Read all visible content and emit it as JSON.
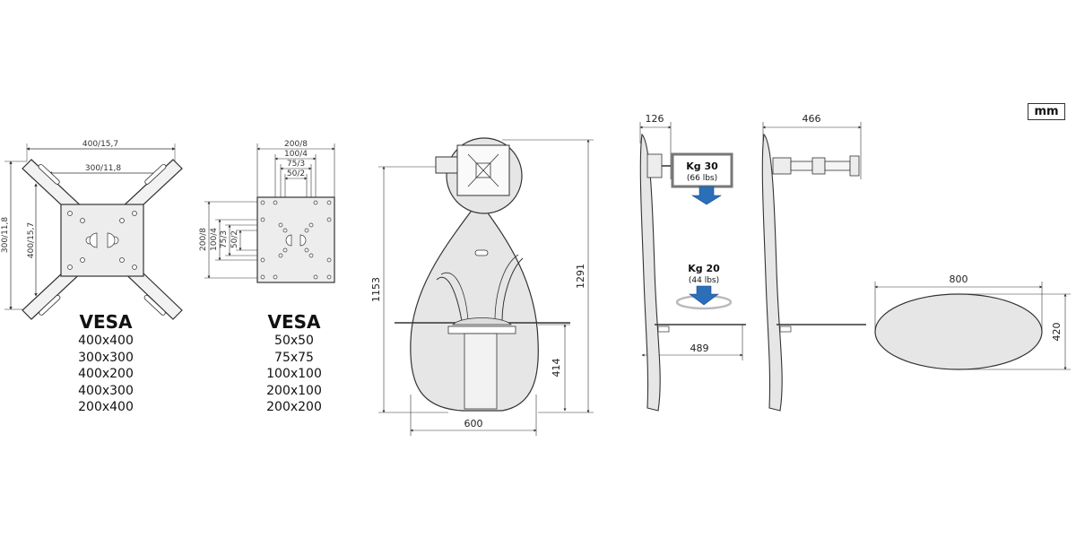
{
  "unit": "mm",
  "plate_large": {
    "dims": [
      "400/15,7",
      "300/11,8",
      "400/15,7",
      "300/11,8"
    ]
  },
  "plate_small": {
    "dims_top": [
      "200/8",
      "100/4",
      "75/3",
      "50/2"
    ],
    "dims_left": [
      "200/8",
      "100/4",
      "75/3",
      "50/2"
    ]
  },
  "vesa_large": {
    "title": "VESA",
    "sizes": [
      "400x400",
      "300x300",
      "400x200",
      "400x300",
      "200x400"
    ]
  },
  "vesa_small": {
    "title": "VESA",
    "sizes": [
      "50x50",
      "75x75",
      "100x100",
      "200x100",
      "200x200"
    ]
  },
  "front_view": {
    "height_total": "1291",
    "height_mid": "1153",
    "height_shelf": "414",
    "width": "600"
  },
  "side_view_1": {
    "depth": "126",
    "shelf_depth": "489"
  },
  "side_view_2": {
    "depth": "466"
  },
  "loads": [
    {
      "main": "Kg 30",
      "sub": "(66 lbs)"
    },
    {
      "main": "Kg 20",
      "sub": "(44 lbs)"
    }
  ],
  "shelf_top": {
    "width": "800",
    "depth": "420"
  },
  "colors": {
    "line": "#333333",
    "arrow_blue": "#2a6fb8",
    "fill_gray": "#e6e6e6"
  }
}
